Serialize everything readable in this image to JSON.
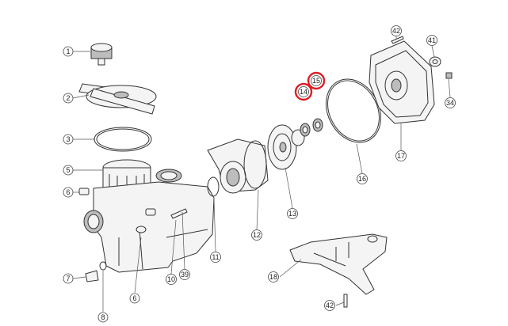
{
  "callouts": [
    {
      "id": "c1",
      "text": "1"
    },
    {
      "id": "c2",
      "text": "2"
    },
    {
      "id": "c3",
      "text": "3"
    },
    {
      "id": "c5",
      "text": "5"
    },
    {
      "id": "c6a",
      "text": "6"
    },
    {
      "id": "c6b",
      "text": "6"
    },
    {
      "id": "c7",
      "text": "7"
    },
    {
      "id": "c8",
      "text": "8"
    },
    {
      "id": "c10",
      "text": "10"
    },
    {
      "id": "c39",
      "text": "39"
    },
    {
      "id": "c11",
      "text": "11"
    },
    {
      "id": "c12",
      "text": "12"
    },
    {
      "id": "c13",
      "text": "13"
    },
    {
      "id": "c14",
      "text": "14",
      "highlight": true
    },
    {
      "id": "c15",
      "text": "15",
      "highlight": true
    },
    {
      "id": "c16",
      "text": "16"
    },
    {
      "id": "c17",
      "text": "17"
    },
    {
      "id": "c18",
      "text": "18"
    },
    {
      "id": "c34",
      "text": "34"
    },
    {
      "id": "c41",
      "text": "41"
    },
    {
      "id": "c42a",
      "text": "42"
    },
    {
      "id": "c42b",
      "text": "42"
    }
  ],
  "colors": {
    "highlight": "#e01b24",
    "line": "#333333"
  }
}
